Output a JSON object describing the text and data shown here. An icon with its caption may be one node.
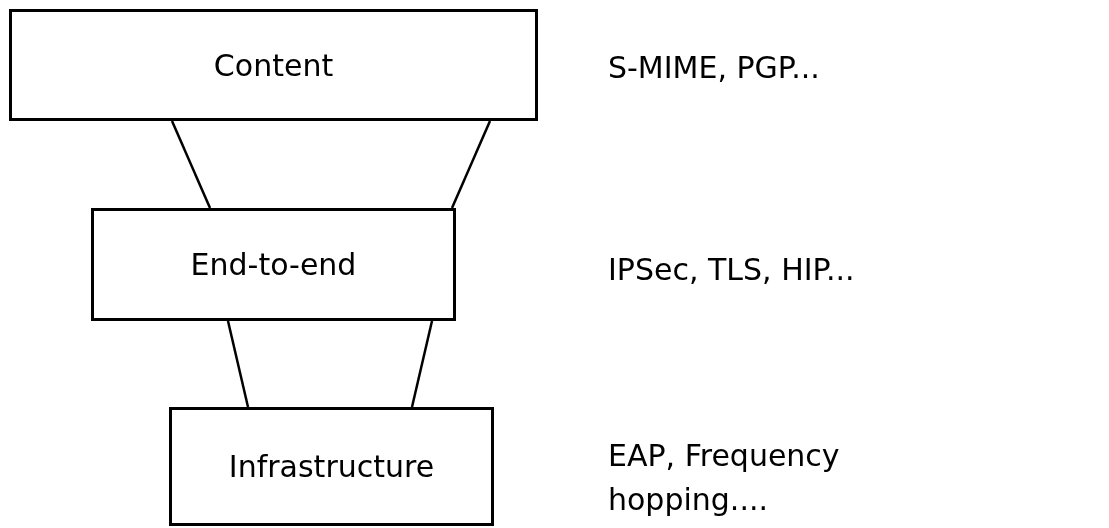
{
  "diagram": {
    "nodes": [
      {
        "text": [
          "Content"
        ]
      },
      {
        "text": [
          "End-to-end"
        ]
      },
      {
        "text": [
          "Infrastructure"
        ]
      }
    ],
    "edges": [
      {
        "from": 0,
        "to": 1,
        "arrow": "none"
      },
      {
        "from": 0,
        "to": 1,
        "arrow": "none"
      },
      {
        "from": 1,
        "to": 2,
        "arrow": "none"
      },
      {
        "from": 1,
        "to": 2,
        "arrow": "none"
      }
    ],
    "labels": [
      "S-MIME, PGP...",
      "IPSec, TLS, HIP...",
      "EAP, Frequency hopping...."
    ]
  }
}
